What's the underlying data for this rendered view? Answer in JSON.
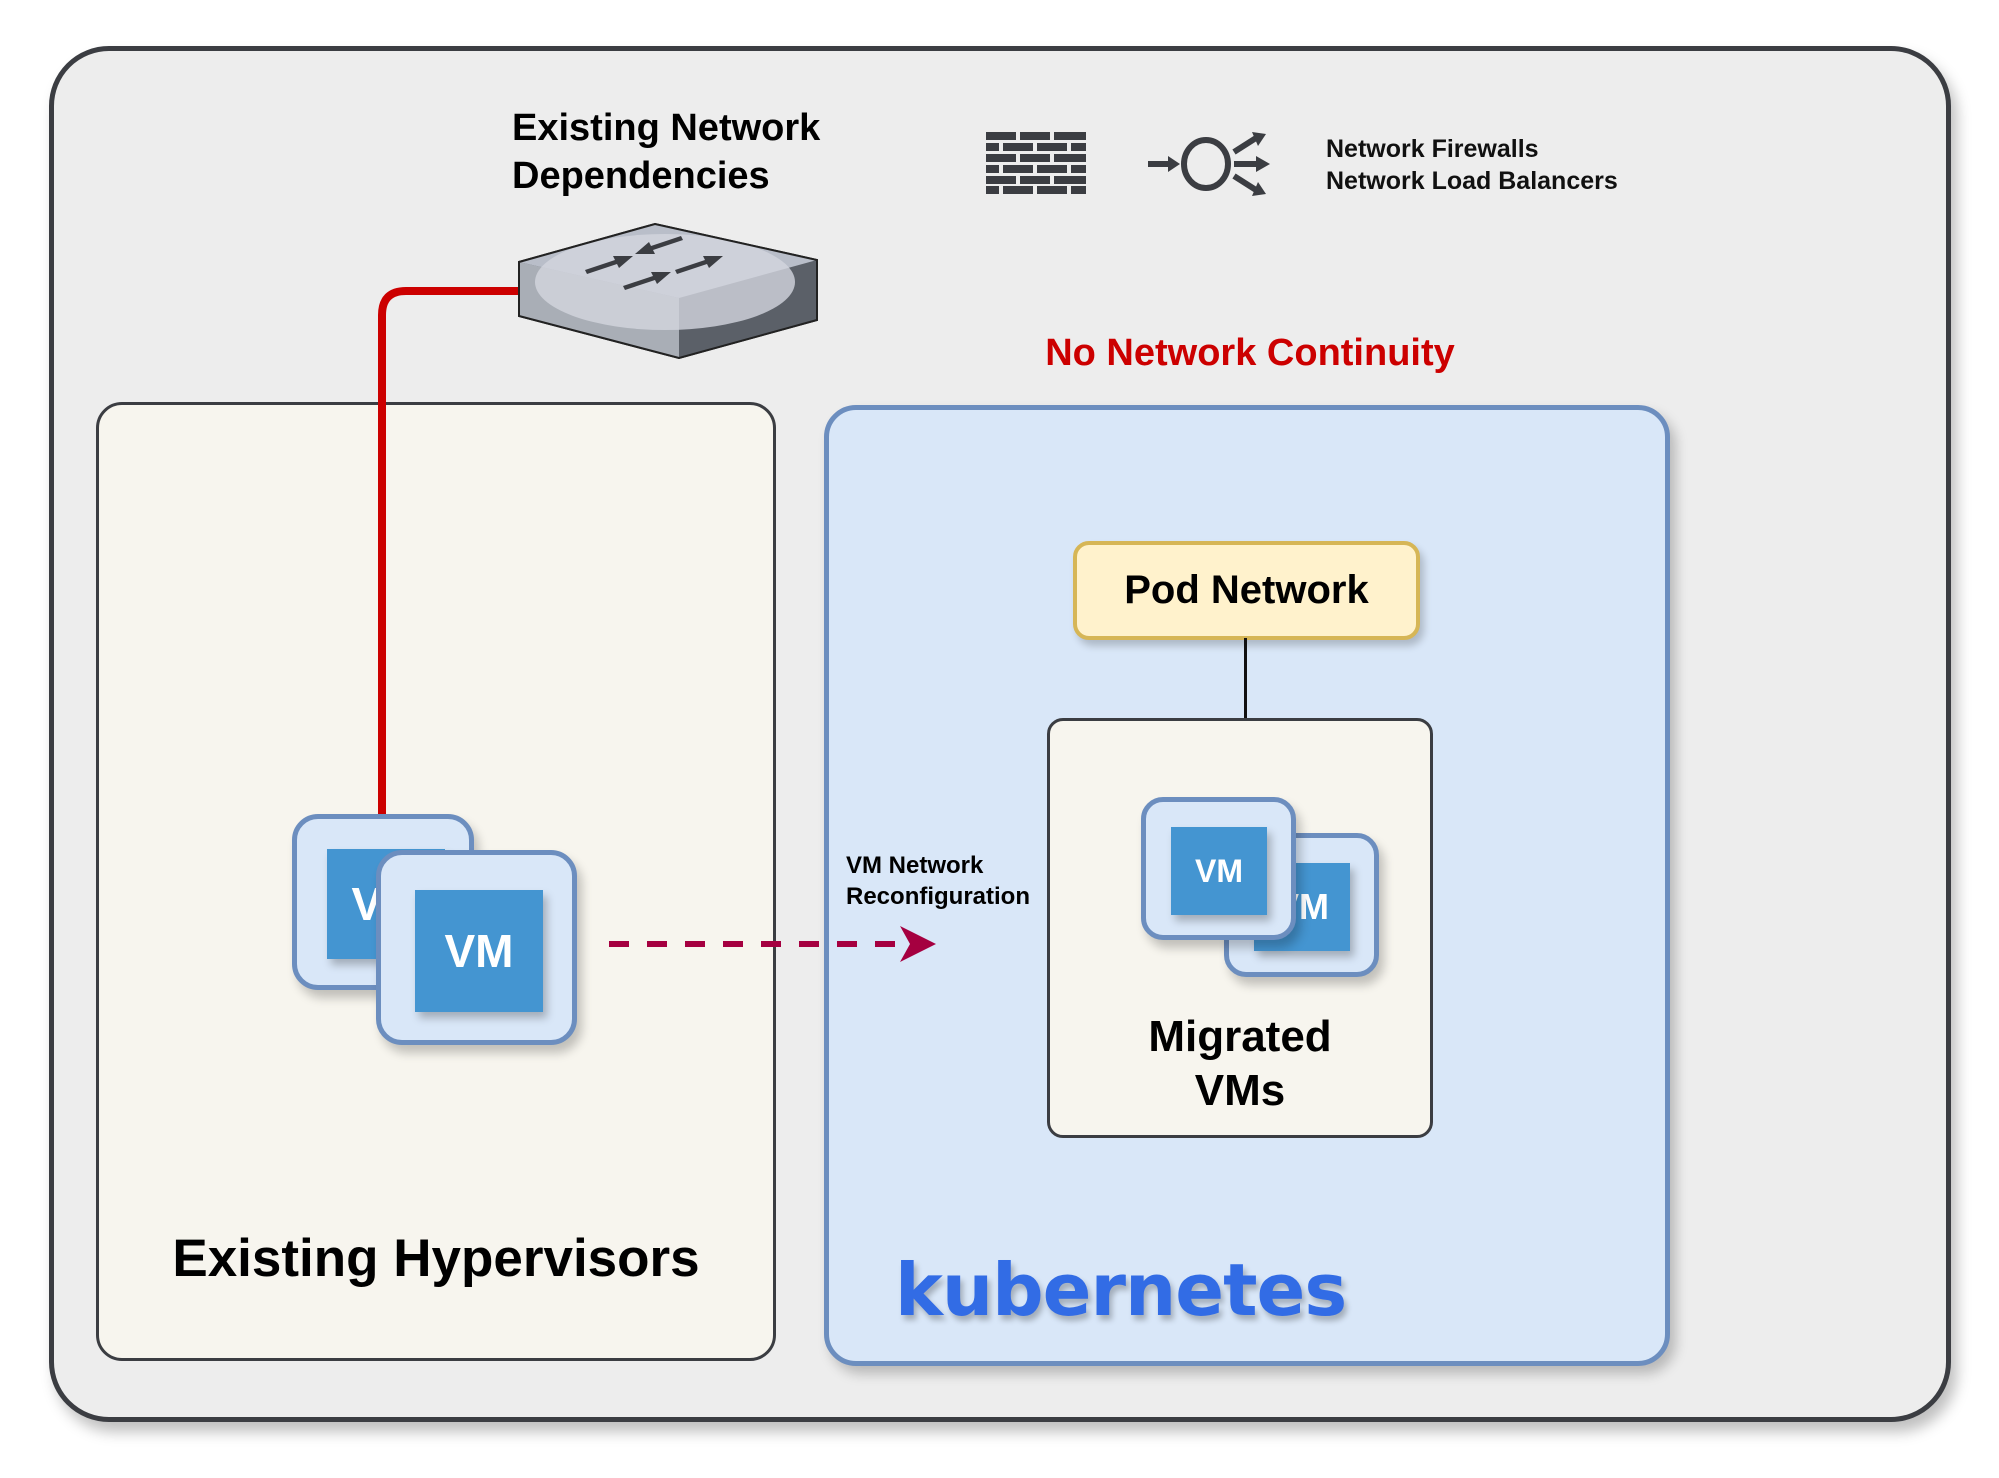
{
  "header": {
    "dependencies_title_line1": "Existing Network",
    "dependencies_title_line2": "Dependencies"
  },
  "legend": {
    "icons": [
      "firewall-icon",
      "load-balancer-icon"
    ],
    "line1": "Network Firewalls",
    "line2": "Network Load Balancers"
  },
  "devices": {
    "switch": "network-switch-icon"
  },
  "hypervisors": {
    "label": "Existing Hypervisors",
    "vm_back_label": "VM",
    "vm_front_label": "VM"
  },
  "migration": {
    "arrow_label_line1": "VM Network",
    "arrow_label_line2": "Reconfiguration"
  },
  "kubernetes": {
    "warning": "No Network Continuity",
    "pod_network": "Pod Network",
    "migrated_label_line1": "Migrated",
    "migrated_label_line2": "VMs",
    "vm_front_label": "VM",
    "vm_back_label": "VM",
    "brand": "kubernetes"
  },
  "colors": {
    "frame_border": "#3b3d42",
    "frame_bg": "#ededed",
    "red_link": "#cc0000",
    "arrow": "#a50040",
    "k8s_fill": "#d9e7f8",
    "k8s_border": "#6c8ebf",
    "vm_blue": "#4495d1",
    "pod_fill": "#fff2cc",
    "pod_border": "#d6b656",
    "k8s_brand": "#326ce5"
  }
}
